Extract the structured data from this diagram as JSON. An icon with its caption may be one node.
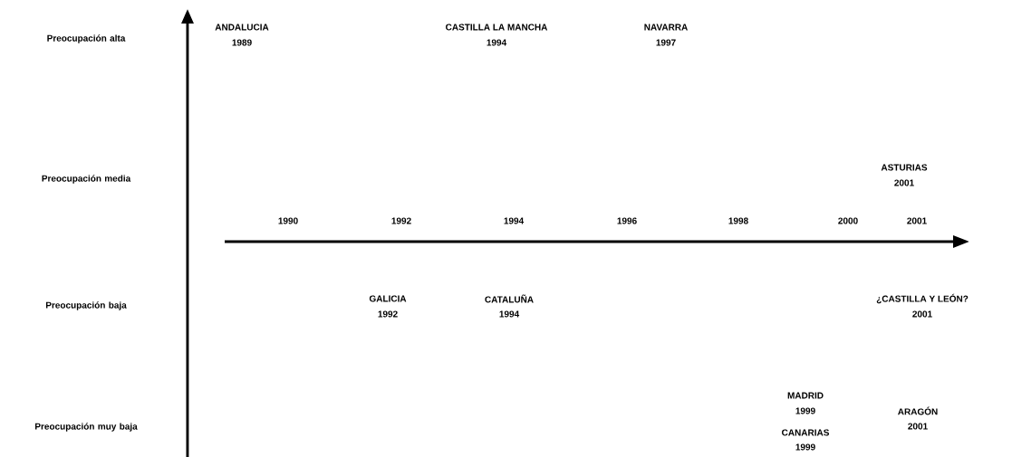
{
  "diagram": {
    "labels": [
      "Preocupación alta",
      "ANDALUCIA",
      "1989",
      "CASTILLA LA MANCHA",
      "1994",
      "NAVARRA",
      "1997",
      "Preocupación media",
      "ASTURIAS",
      "2001",
      "1990",
      "1992",
      "1994",
      "1996",
      "1998",
      "2000",
      "2001",
      "Preocupación baja",
      "GALICIA",
      "1992",
      "CATALUÑA",
      "1994",
      "¿CASTILLA Y LEÓN?",
      "2001",
      "MADRID",
      "1999",
      "Preocupación muy baja",
      "ARAGÓN",
      "2001",
      "CANARIAS",
      "1999"
    ]
  }
}
